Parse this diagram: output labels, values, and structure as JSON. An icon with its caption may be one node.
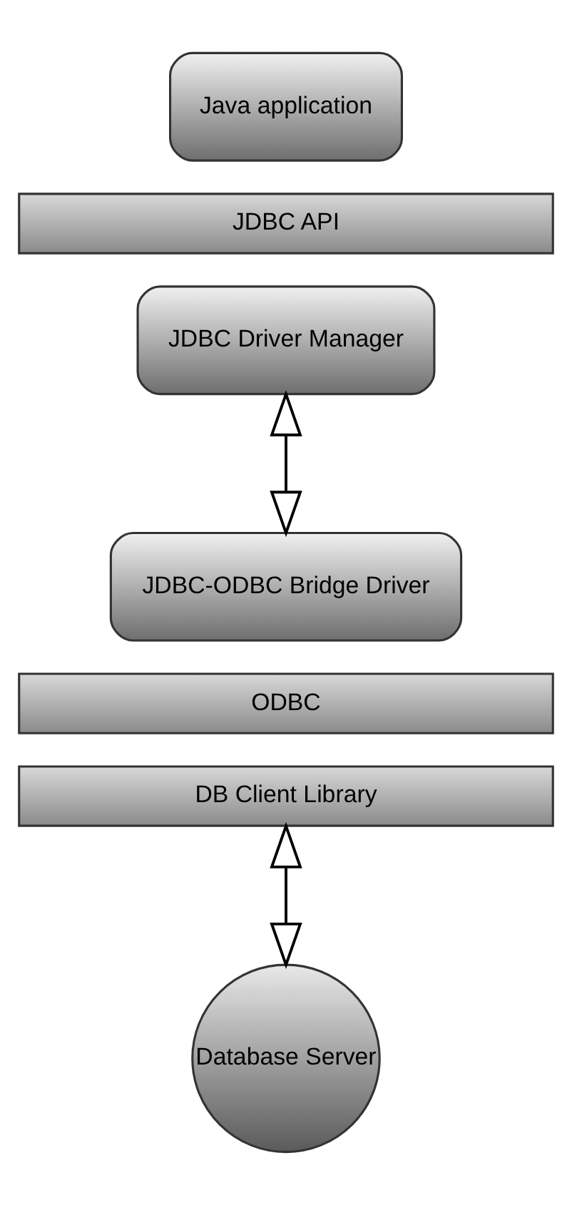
{
  "diagram": {
    "nodes": [
      {
        "text": [
          "Java application"
        ]
      },
      {
        "text": [
          "JDBC API"
        ]
      },
      {
        "text": [
          "JDBC Driver Manager"
        ]
      },
      {
        "text": [
          "JDBC-ODBC Bridge Driver"
        ]
      },
      {
        "text": [
          "ODBC"
        ]
      },
      {
        "text": [
          "DB Client Library"
        ]
      },
      {
        "text": [
          "Database Server"
        ]
      }
    ],
    "edges": [
      {
        "from": 2,
        "to": 3,
        "arrow": "both"
      },
      {
        "from": 5,
        "to": 6,
        "arrow": "both"
      }
    ]
  }
}
